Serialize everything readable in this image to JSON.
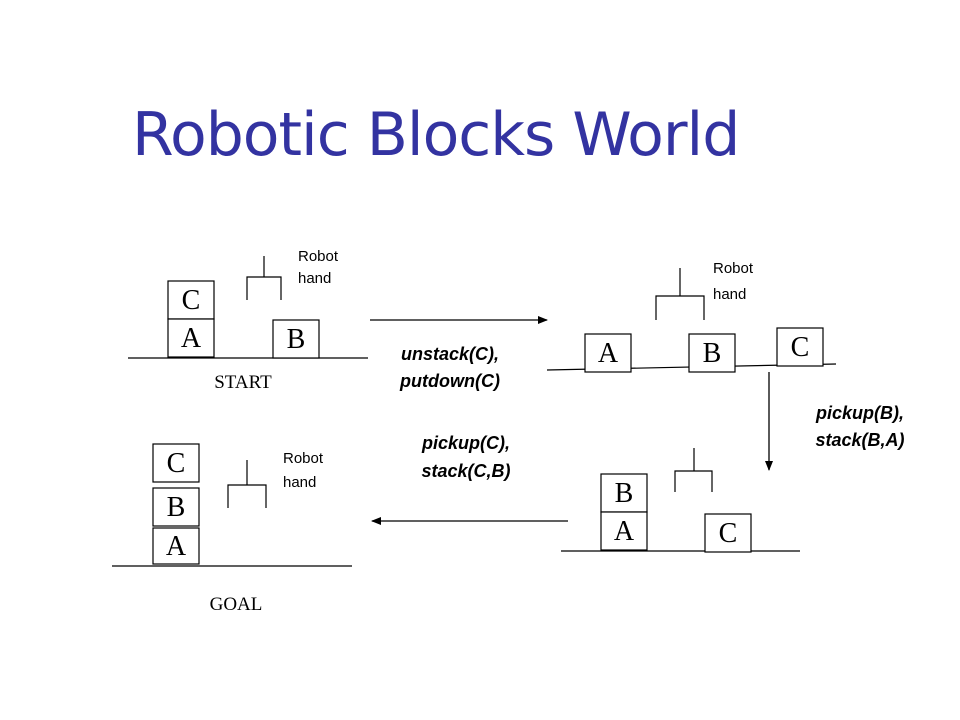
{
  "title": "Robotic Blocks World",
  "colors": {
    "title": "#3333a1",
    "lines": "#000000"
  },
  "scenes": {
    "start": {
      "label": "START",
      "hand_label": [
        "Robot",
        "hand"
      ],
      "blocks": [
        "C",
        "A",
        "B"
      ]
    },
    "after_unstack": {
      "hand_label": [
        "Robot",
        "hand"
      ],
      "blocks": [
        "A",
        "B",
        "C"
      ]
    },
    "after_stack_b": {
      "blocks": [
        "B",
        "A",
        "C"
      ]
    },
    "goal": {
      "label": "GOAL",
      "hand_label": [
        "Robot",
        "hand"
      ],
      "blocks": [
        "C",
        "B",
        "A"
      ]
    }
  },
  "actions": {
    "step1": [
      "unstack(C),",
      "putdown(C)"
    ],
    "step2": [
      "pickup(B),",
      "stack(B,A)"
    ],
    "step3": [
      "pickup(C),",
      "stack(C,B)"
    ]
  }
}
